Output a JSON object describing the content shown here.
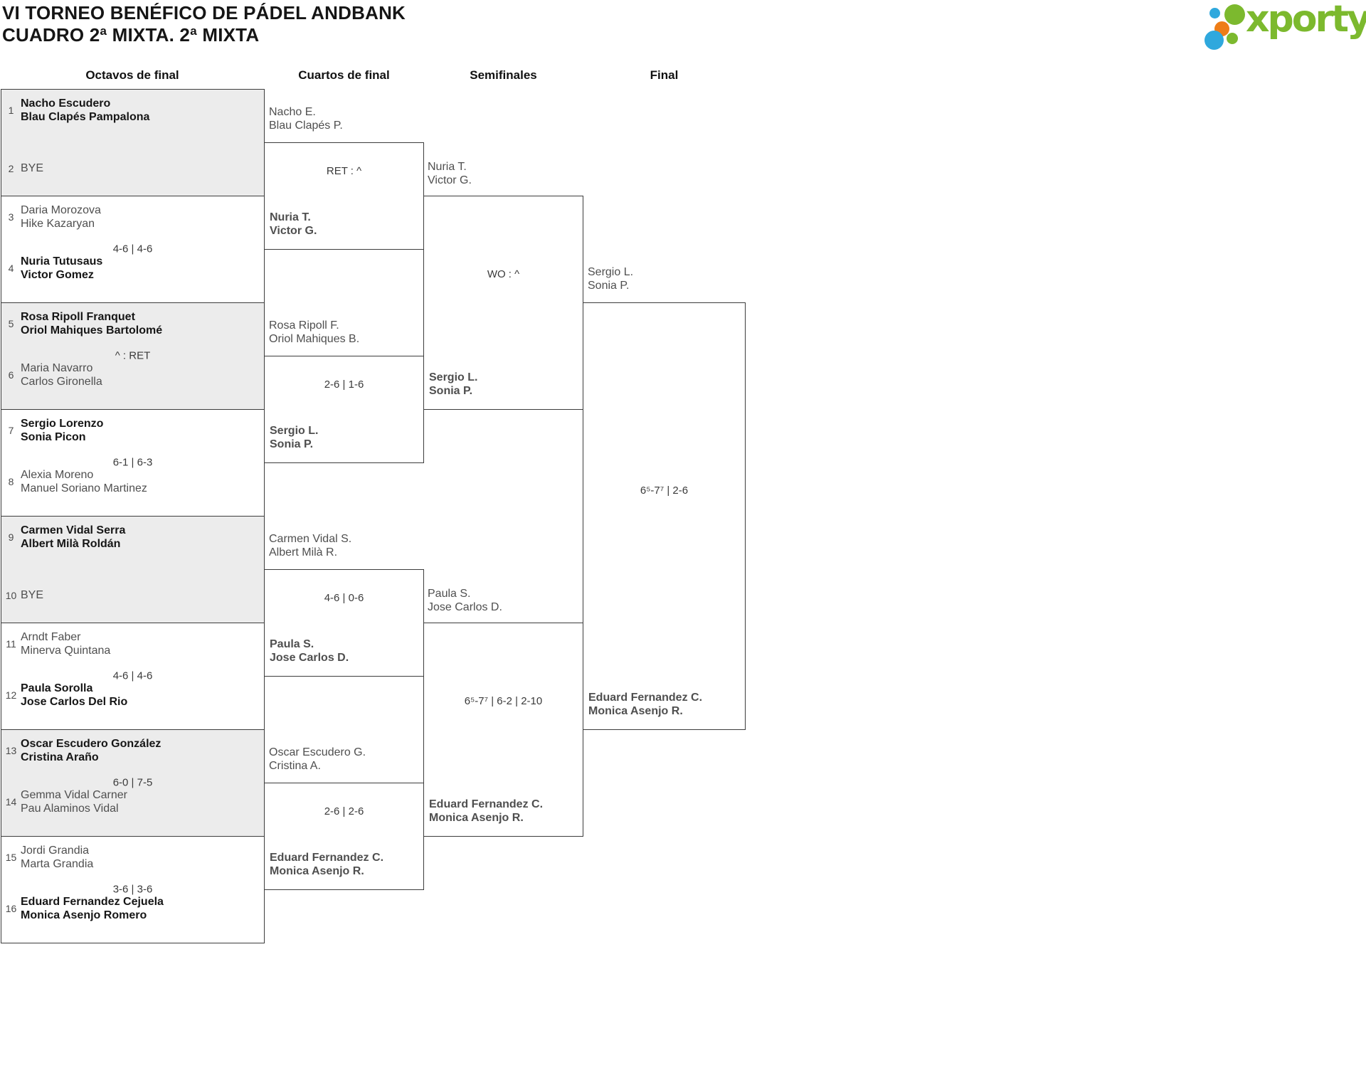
{
  "title": {
    "line1": "VI TORNEO BENÉFICO DE PÁDEL ANDBANK",
    "line2": "CUADRO 2ª MIXTA. 2ª MIXTA"
  },
  "logo": {
    "text": "xporty"
  },
  "colors": {
    "logo_green": "#7cb92e",
    "logo_blue": "#2fa8dd",
    "logo_orange": "#ee7d17",
    "box_gray": "#ececec",
    "border": "#3c3c3c"
  },
  "round_headers": {
    "octavos": "Octavos de final",
    "cuartos": "Cuartos de final",
    "semifinales": "Semifinales",
    "final": "Final"
  },
  "octavos": [
    {
      "seed_top": "1",
      "top_line1": "Nacho Escudero",
      "top_line2": "Blau Clapés Pampalona",
      "top_winner": true,
      "score": "",
      "seed_bottom": "2",
      "bottom_line1": "BYE",
      "bottom_line2": "",
      "bottom_winner": false
    },
    {
      "seed_top": "3",
      "top_line1": "Daria Morozova",
      "top_line2": "Hike Kazaryan",
      "top_winner": false,
      "score": "4-6 | 4-6",
      "seed_bottom": "4",
      "bottom_line1": "Nuria Tutusaus",
      "bottom_line2": "Victor Gomez",
      "bottom_winner": true
    },
    {
      "seed_top": "5",
      "top_line1": "Rosa Ripoll Franquet",
      "top_line2": "Oriol Mahiques Bartolomé",
      "top_winner": true,
      "score": "^ : RET",
      "seed_bottom": "6",
      "bottom_line1": "Maria Navarro",
      "bottom_line2": "Carlos Gironella",
      "bottom_winner": false
    },
    {
      "seed_top": "7",
      "top_line1": "Sergio Lorenzo",
      "top_line2": "Sonia Picon",
      "top_winner": true,
      "score": "6-1 | 6-3",
      "seed_bottom": "8",
      "bottom_line1": "Alexia Moreno",
      "bottom_line2": "Manuel Soriano Martinez",
      "bottom_winner": false
    },
    {
      "seed_top": "9",
      "top_line1": "Carmen Vidal Serra",
      "top_line2": "Albert Milà Roldán",
      "top_winner": true,
      "score": "",
      "seed_bottom": "10",
      "bottom_line1": "BYE",
      "bottom_line2": "",
      "bottom_winner": false
    },
    {
      "seed_top": "11",
      "top_line1": "Arndt Faber",
      "top_line2": "Minerva Quintana",
      "top_winner": false,
      "score": "4-6 | 4-6",
      "seed_bottom": "12",
      "bottom_line1": "Paula Sorolla",
      "bottom_line2": "Jose Carlos Del Rio",
      "bottom_winner": true
    },
    {
      "seed_top": "13",
      "top_line1": "Oscar Escudero González",
      "top_line2": "Cristina Araño",
      "top_winner": true,
      "score": "6-0 | 7-5",
      "seed_bottom": "14",
      "bottom_line1": "Gemma Vidal Carner",
      "bottom_line2": "Pau Alaminos Vidal",
      "bottom_winner": false
    },
    {
      "seed_top": "15",
      "top_line1": "Jordi Grandia",
      "top_line2": "Marta Grandia",
      "top_winner": false,
      "score": "3-6 | 3-6",
      "seed_bottom": "16",
      "bottom_line1": "Eduard Fernandez Cejuela",
      "bottom_line2": "Monica Asenjo Romero",
      "bottom_winner": true
    }
  ],
  "cuartos": [
    {
      "top_line1": "Nacho E.",
      "top_line2": "Blau Clapés P.",
      "top_winner": false,
      "score": "RET : ^",
      "bottom_line1": "Nuria T.",
      "bottom_line2": "Victor G.",
      "bottom_winner": true
    },
    {
      "top_line1": "Rosa Ripoll F.",
      "top_line2": "Oriol Mahiques B.",
      "top_winner": false,
      "score": "2-6 | 1-6",
      "bottom_line1": "Sergio L.",
      "bottom_line2": "Sonia P.",
      "bottom_winner": true
    },
    {
      "top_line1": "Carmen Vidal S.",
      "top_line2": "Albert Milà R.",
      "top_winner": false,
      "score": "4-6 | 0-6",
      "bottom_line1": "Paula S.",
      "bottom_line2": "Jose Carlos D.",
      "bottom_winner": true
    },
    {
      "top_line1": "Oscar Escudero G.",
      "top_line2": "Cristina A.",
      "top_winner": false,
      "score": "2-6 | 2-6",
      "bottom_line1": "Eduard Fernandez C.",
      "bottom_line2": "Monica Asenjo R.",
      "bottom_winner": true
    }
  ],
  "semifinales": [
    {
      "top_line1": "Nuria T.",
      "top_line2": "Victor G.",
      "top_winner": false,
      "score": "WO : ^",
      "bottom_line1": "Sergio L.",
      "bottom_line2": "Sonia P.",
      "bottom_winner": true
    },
    {
      "top_line1": "Paula S.",
      "top_line2": "Jose Carlos D.",
      "top_winner": false,
      "score": "6⁵-7⁷ | 6-2 | 2-10",
      "bottom_line1": "Eduard Fernandez C.",
      "bottom_line2": "Monica Asenjo R.",
      "bottom_winner": true
    }
  ],
  "final": {
    "top_line1": "Sergio L.",
    "top_line2": "Sonia P.",
    "top_winner": false,
    "score": "6⁵-7⁷ | 2-6",
    "bottom_line1": "Eduard Fernandez C.",
    "bottom_line2": "Monica Asenjo R.",
    "bottom_winner": true
  }
}
